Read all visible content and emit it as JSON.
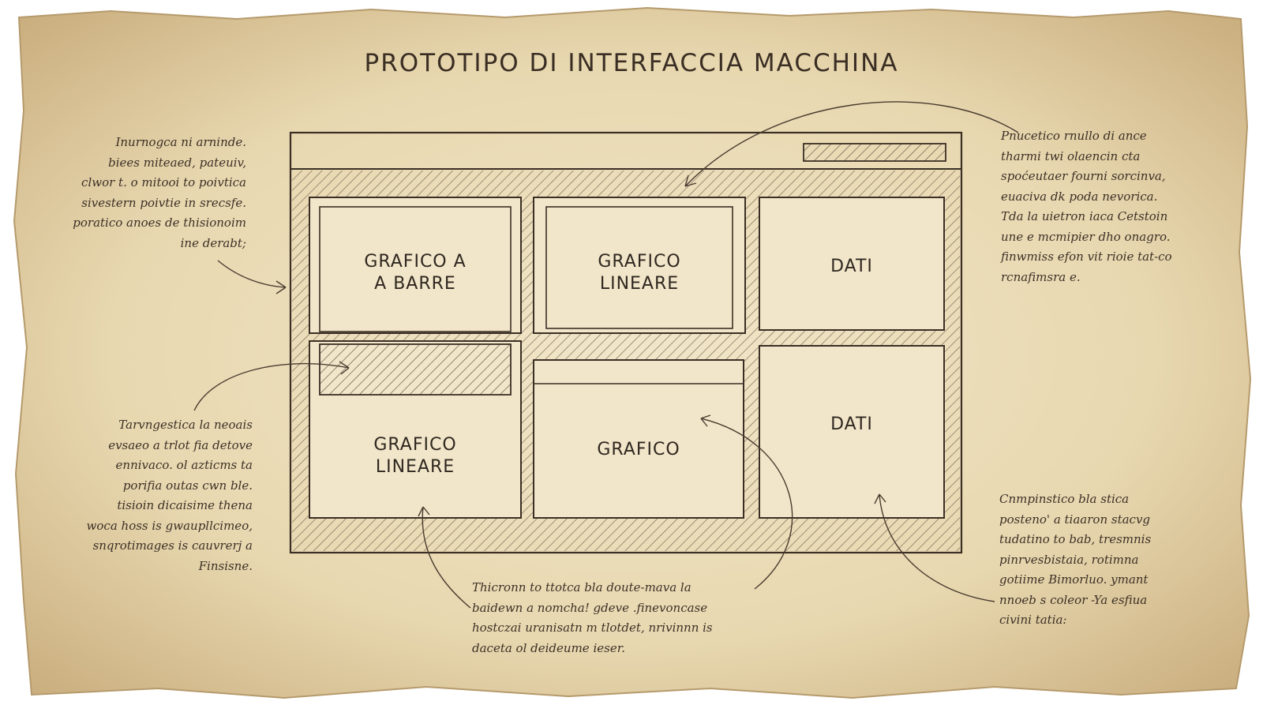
{
  "title": "PROTOTIPO DI INTERFACCIA MACCHINA",
  "panels": {
    "bar_chart": "GRAFICO A\nA BARRE",
    "line_chart_top": "GRAFICO\nLINEARE",
    "data_top": "DATI",
    "line_chart_bottom": "GRAFICO\nLINEARE",
    "chart_bottom": "GRAFICO",
    "data_bottom": "DATI"
  },
  "notes": {
    "top_left": "Inurnogca ni arninde.\nbiees miteaed, pateuiv,\nclwor t. o mitooi to poivtica\nsivestern poivtie in srecsfe.\nporatico anoes de thisionoim\nine derabt;",
    "top_right": "Pnucetico rnullo di ance\ntharmi twi olaencin cta\nspoćeutaer fourni sorcinva,\neuaciva dk poda nevorica.\nTda la uietron iaca Cetstoin\nune e mcmipier dho onagro.\nfinwmiss efon vit rioie tat-co\nrcnafimsra e.",
    "bottom_left": "Tarvngestica la neoais\nevsaeo a trlot fia detove\nennivaco. ol azticms ta\nporifia outas cwn ble.\ntisioin dicaisime thena\nwoca hoss is gwaupllcimeo,\nsnqrotimages is cauvrerj a\nFinsisne.",
    "bottom_center": "Thicronn to ttotca bla doute-mava la\nbaidewn a nomcha! gdeve .finevoncase\nhostczai uranisatn m tlotdet, nrivinnn is\ndaceta ol deideume ieser.",
    "bottom_right": "Cnmpinstico bla stica\nposteno' a tiaaron stacvg\ntudatino to bab, tresmnis\npinrvesbistaia, rotimna\ngotiime Bimorluo. ymant\nnnoeb s coleor -Ya esfiua\ncivini tatia:"
  },
  "colors": {
    "parchment": "#eadcb8",
    "ink": "#3b2f25",
    "hatch": "#6b5a48"
  }
}
